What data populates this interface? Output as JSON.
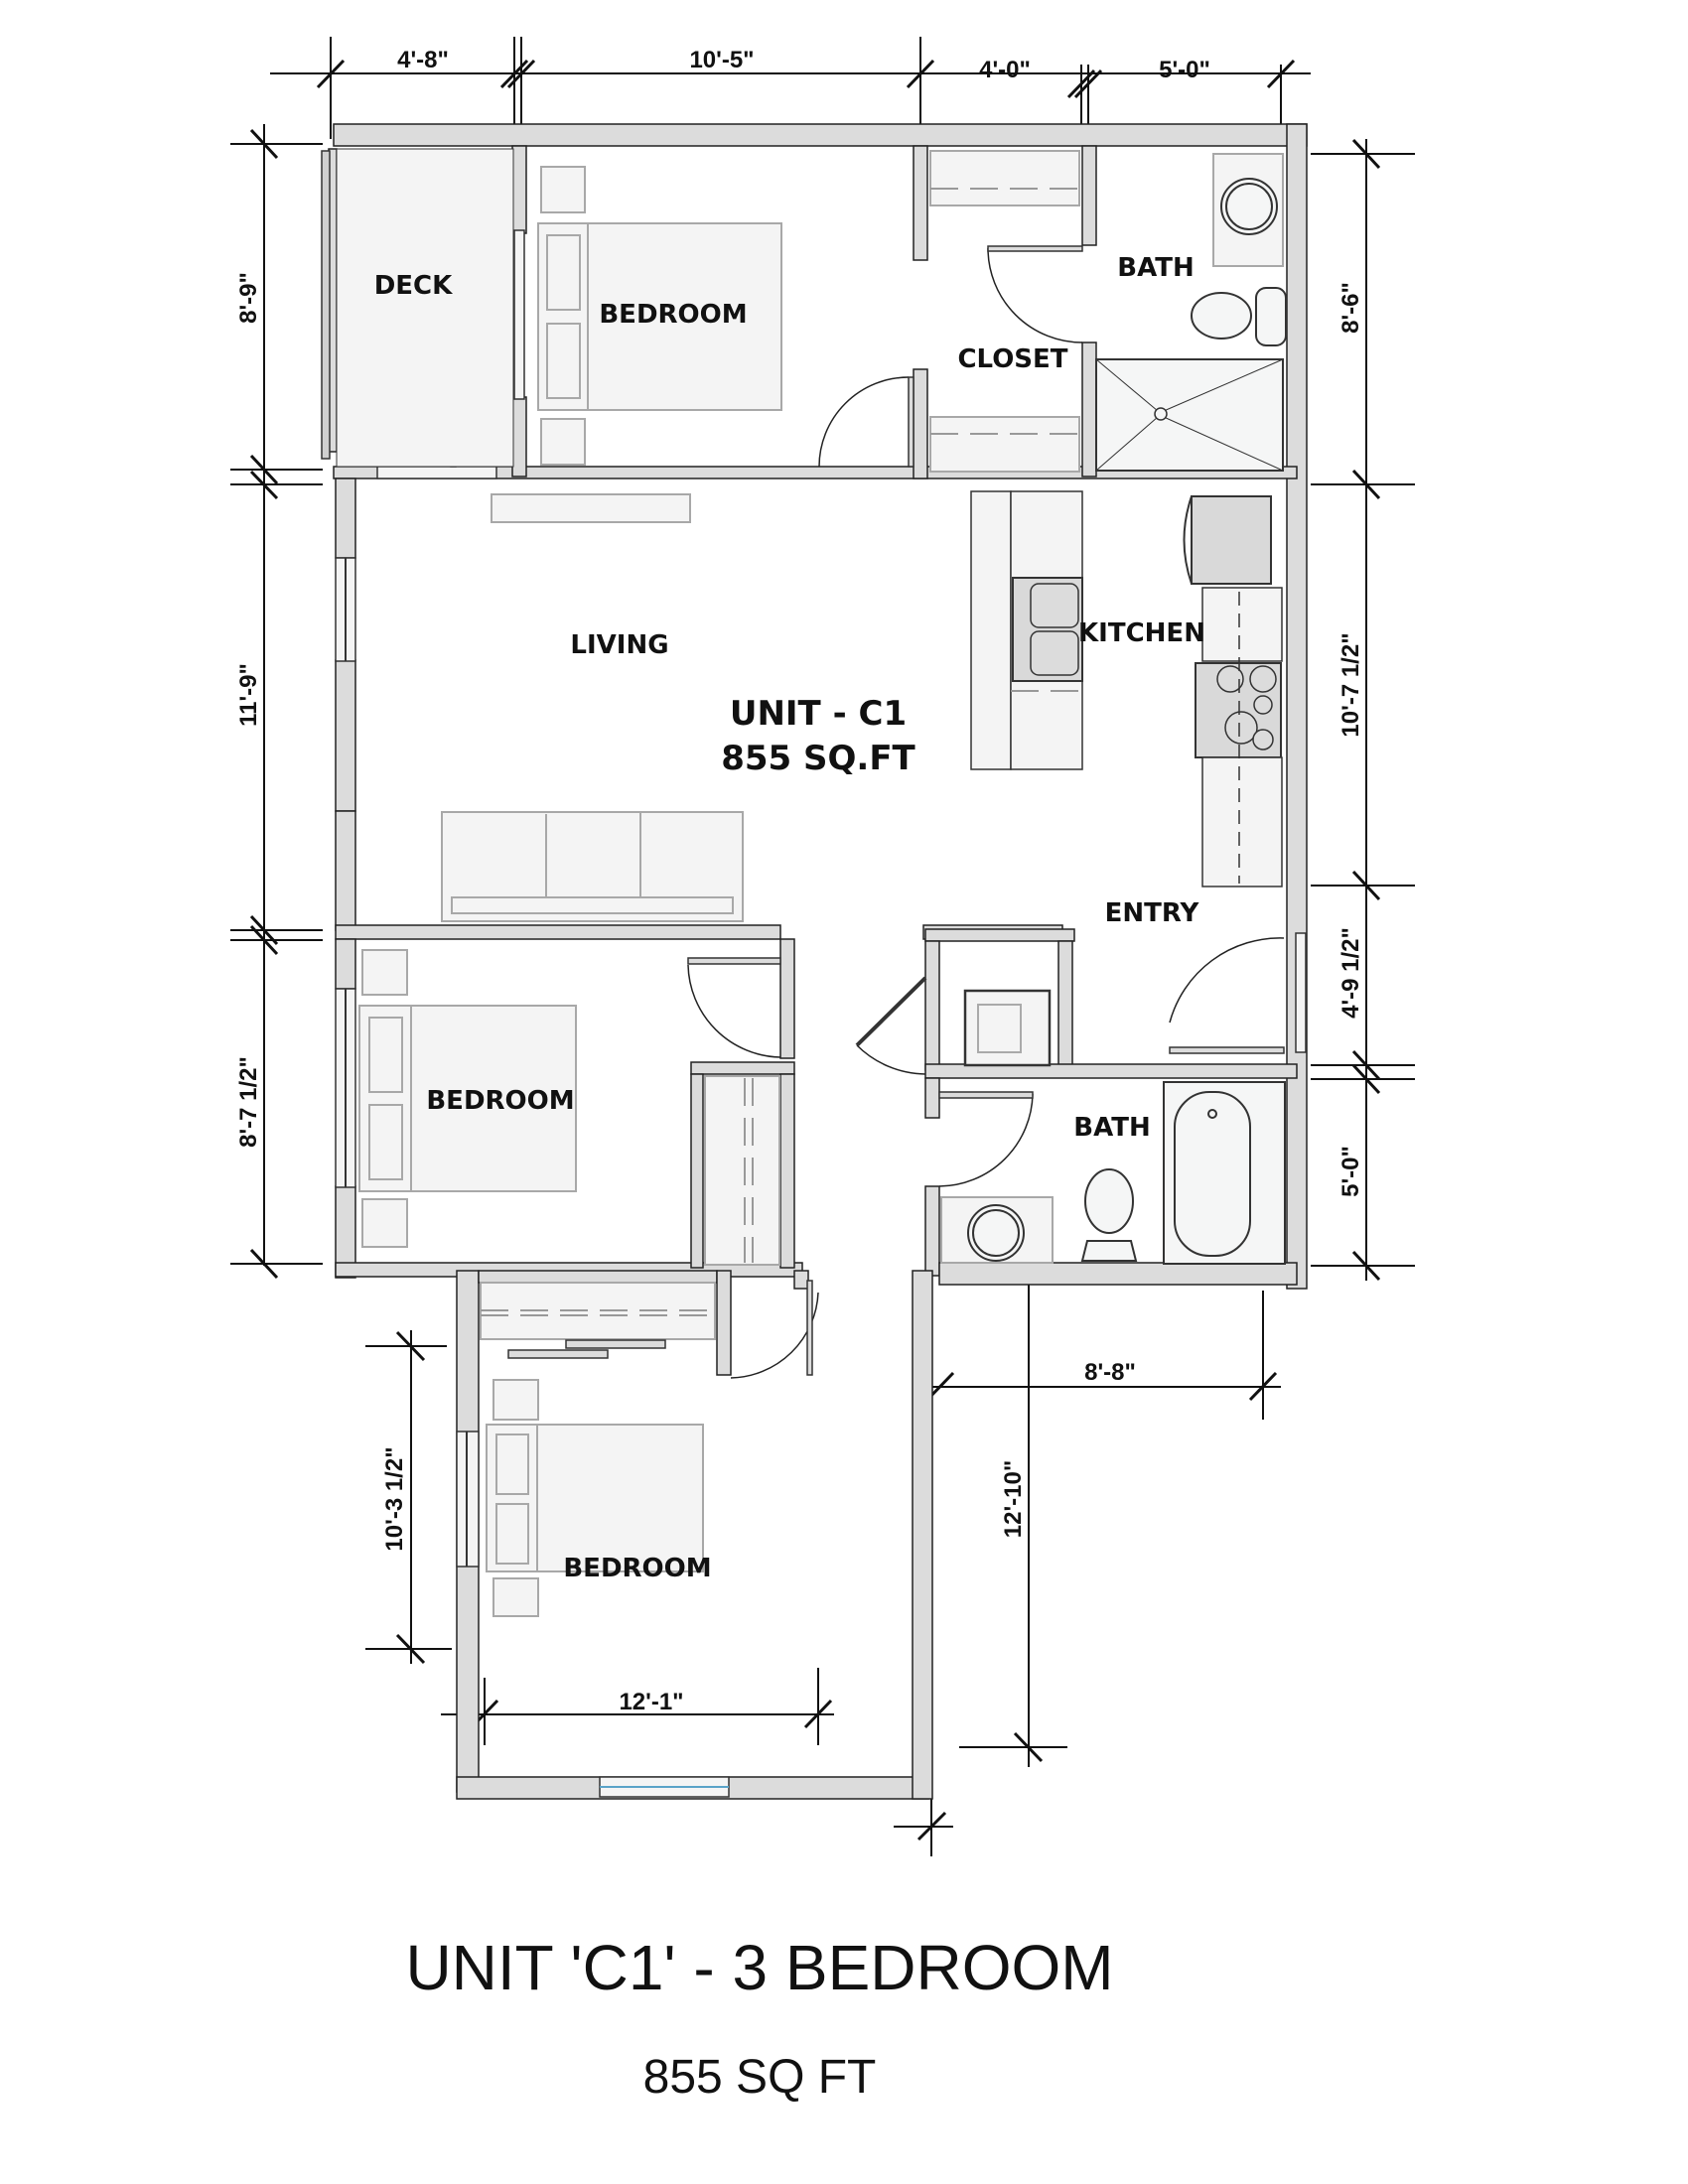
{
  "plan": {
    "unit_label": "UNIT - C1",
    "area_label": "855 SQ.FT",
    "rooms": {
      "deck": "DECK",
      "bedroom_1": "BEDROOM",
      "closet": "CLOSET",
      "bath_1": "BATH",
      "living": "LIVING",
      "kitchen": "KITCHEN",
      "entry": "ENTRY",
      "bedroom_2": "BEDROOM",
      "bath_2": "BATH",
      "bedroom_3": "BEDROOM"
    },
    "dimensions": {
      "top": [
        "4'-8\"",
        "10'-5\"",
        "4'-0\"",
        "5'-0\""
      ],
      "left": [
        "8'-9\"",
        "11'-9\"",
        "8'-7 1/2\""
      ],
      "right": [
        "8'-6\"",
        "10'-7 1/2\"",
        "4'-9 1/2\"",
        "5'-0\""
      ],
      "bath_width": "8'-8\"",
      "bedroom3_height_right": "12'-10\"",
      "bedroom3_height_left": "10'-3 1/2\"",
      "bedroom3_width": "12'-1\""
    },
    "colors": {
      "wall_fill": "#dcdcdc",
      "furniture_fill": "#f4f4f4",
      "line": "#111111"
    }
  },
  "footer": {
    "title": "UNIT 'C1' - 3 BEDROOM",
    "subtitle": "855 SQ FT"
  }
}
